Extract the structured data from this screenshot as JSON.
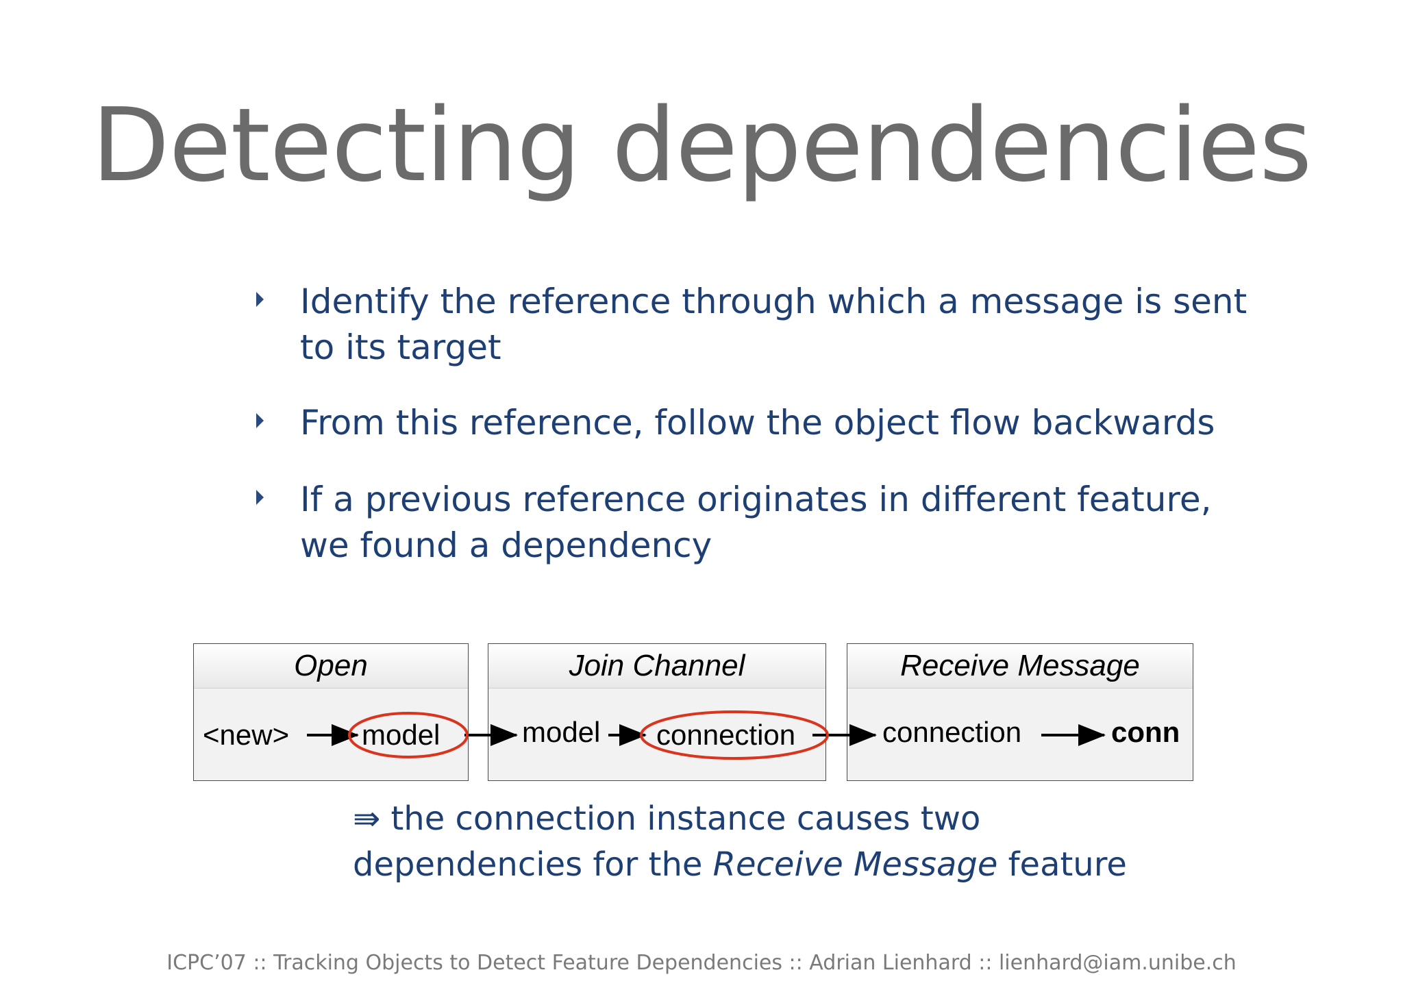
{
  "slide": {
    "title": "Detecting dependencies",
    "bullets": [
      {
        "lines": [
          "Identify the reference through which a message is sent",
          "to its target"
        ]
      },
      {
        "lines": [
          "From this reference, follow the object flow backwards"
        ]
      },
      {
        "lines": [
          "If a previous reference originates in different feature,",
          "we found a dependency"
        ]
      }
    ],
    "diagram": {
      "features": [
        {
          "name": "Open",
          "items": [
            "<new>",
            "model"
          ]
        },
        {
          "name": "Join Channel",
          "items": [
            "model",
            "connection"
          ]
        },
        {
          "name": "Receive Message",
          "items": [
            "connection",
            "conn"
          ]
        }
      ],
      "highlighted": [
        "model",
        "connection"
      ],
      "colors": {
        "highlight": "#d8341e",
        "arrow": "#000000",
        "box_border": "#4a4a4a"
      }
    },
    "conclusion": {
      "arrow_symbol": "⇛",
      "line1": "the connection instance causes two",
      "line2_prefix": "dependencies for the ",
      "line2_emphasis": "Receive Message",
      "line2_suffix": " feature"
    },
    "footer": "ICPC’07 :: Tracking Objects to Detect Feature Dependencies :: Adrian Lienhard :: lienhard@iam.unibe.ch",
    "colors": {
      "title": "#6b6b6b",
      "body": "#1e3f73",
      "footer": "#7a7a7a"
    }
  }
}
